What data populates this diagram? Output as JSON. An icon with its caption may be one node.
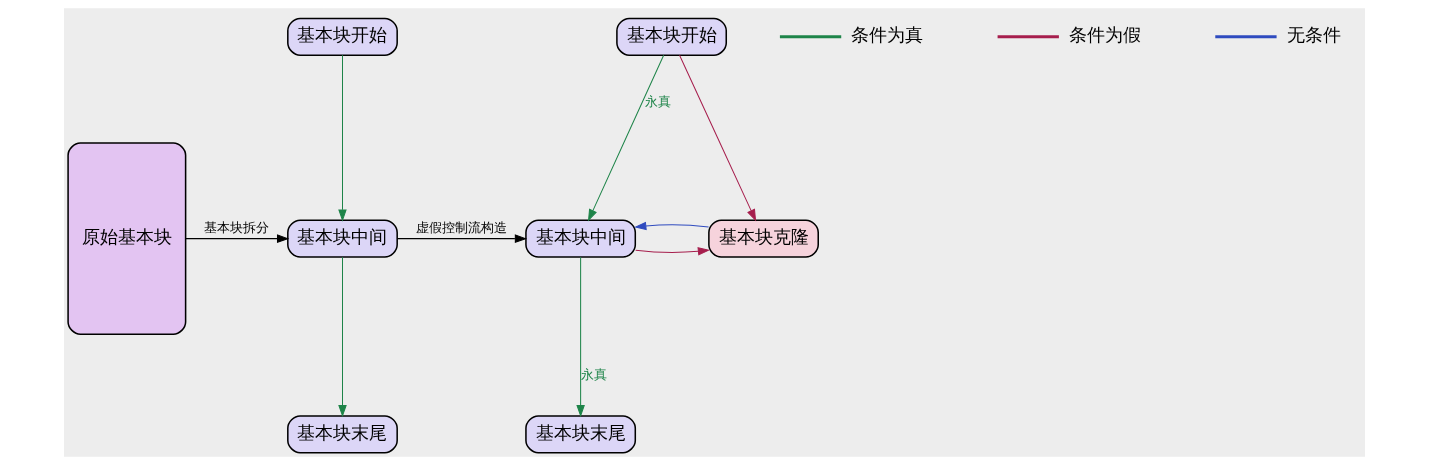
{
  "diagram": {
    "nodes": [
      {
        "text": [
          "原始基本块"
        ]
      },
      {
        "text": [
          "基本块开始"
        ]
      },
      {
        "text": [
          "基本块中间"
        ]
      },
      {
        "text": [
          "基本块末尾"
        ]
      },
      {
        "text": [
          "基本块开始"
        ]
      },
      {
        "text": [
          "基本块中间"
        ]
      },
      {
        "text": [
          "基本块末尾"
        ]
      },
      {
        "text": [
          "基本块克隆"
        ]
      }
    ],
    "edges": [
      {
        "from": 0,
        "to": 2,
        "arrow": "to",
        "label": "基本块拆分",
        "color": "#000000"
      },
      {
        "from": 1,
        "to": 2,
        "arrow": "to",
        "color": "#1e8449"
      },
      {
        "from": 2,
        "to": 3,
        "arrow": "to",
        "color": "#1e8449"
      },
      {
        "from": 2,
        "to": 5,
        "arrow": "to",
        "label": "虚假控制流构造",
        "color": "#000000"
      },
      {
        "from": 4,
        "to": 5,
        "arrow": "to",
        "label": "永真",
        "color": "#1e8449"
      },
      {
        "from": 4,
        "to": 7,
        "arrow": "to",
        "color": "#a61e4d"
      },
      {
        "from": 5,
        "to": 6,
        "arrow": "to",
        "label": "永真",
        "color": "#1e8449"
      },
      {
        "from": 5,
        "to": 7,
        "arrow": "to",
        "color": "#a61e4d"
      },
      {
        "from": 7,
        "to": 5,
        "arrow": "to",
        "color": "#2f4bbf"
      }
    ],
    "legend": [
      {
        "text": "条件为真",
        "color": "#1e8449"
      },
      {
        "text": "条件为假",
        "color": "#a61e4d"
      },
      {
        "text": "无条件",
        "color": "#2f4bbf"
      }
    ]
  }
}
